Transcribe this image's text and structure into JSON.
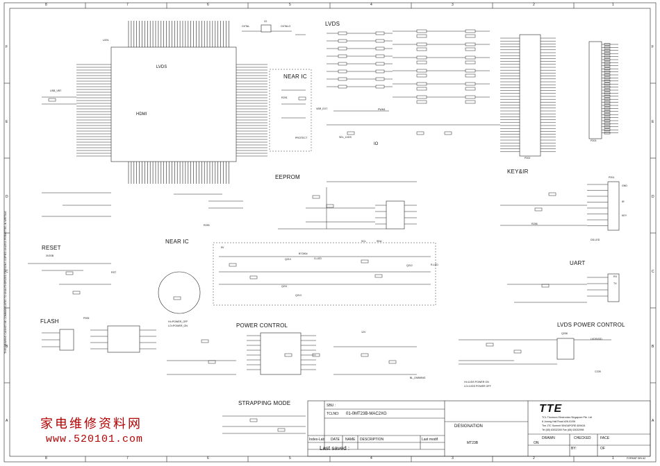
{
  "frame": {
    "columns": [
      "8",
      "7",
      "6",
      "5",
      "4",
      "3",
      "2",
      "1"
    ],
    "rows": [
      "F",
      "E",
      "D",
      "C",
      "B",
      "A"
    ],
    "side_note": "THIS DRAWING CANNOT BE COMMUNICATED TO UNAUTHORIZED PERSONS COPIED UNLESS PERMITTED IN WRITING",
    "format": "FORMAT DIN A2"
  },
  "sections": {
    "lvds": "LVDS",
    "eeprom": "EEPROM",
    "key_ir": "KEY&IR",
    "reset": "RESET",
    "uart": "UART",
    "flash": "FLASH",
    "power_control": "POWER CONTROL",
    "lvds_power_control": "LVDS POWER CONTROL",
    "strapping_mode": "STRAPPING MODE",
    "near_ic_1": "NEAR IC",
    "near_ic_2": "NEAR IC",
    "hdmi": "HDMI",
    "lvds_block": "LVDS",
    "io": "IO"
  },
  "ref_designators": {
    "u201": "U201",
    "p202": "P202",
    "p203": "P203",
    "p201": "P201",
    "bt3904": "BT3904",
    "q210": "Q210",
    "q211": "Q211",
    "q212": "Q212",
    "q213": "Q213",
    "q208": "Q208",
    "x2": "X2",
    "p205": "P205",
    "r290": "R290",
    "r256": "R256",
    "c228": "C228",
    "r291": "R291"
  },
  "nets": {
    "usb_vbt": "USB_VBT",
    "dvdd": "3V3SB",
    "rst": "RST",
    "sda": "SDA",
    "scl": "SCL",
    "key": "KEY",
    "ir": "IR",
    "gnd": "GND",
    "rx": "RX",
    "tx": "TX",
    "pwm1": "PWM1",
    "sel_lvds": "SEL_LVDS",
    "bl_dimming": "BL_DIMMING",
    "lvdsvdd": "LVDSVDD",
    "avdd_5v": "5V",
    "v12": "12V",
    "vbr_ext": "VBR_EXT",
    "g_led": "G-LED",
    "r_led": "R-LED",
    "dd_led": "DD-LED",
    "protect": "PROTECT",
    "xtal_in": "CKTAL",
    "xtal_out": "CKTALO",
    "hi_power_off": "HI=POWER_OFF",
    "lo_power_on": "LO=POWER_ON",
    "hi_lvds_on": "HI=LVDS POWER ON",
    "lo_lvds_off": "LO=LVDS POWER OFF"
  },
  "title_block": {
    "sbu_label": "SBU :",
    "tclno_label": "TCLNO:",
    "tclno_value": "01-0MT23B-MAC2XG",
    "designation_label": "DESIGNATION",
    "designation_value": "MT23B",
    "logo": "TTE",
    "company_line1": "TCL Thomson Electronics Singapore Pte. Ltd",
    "company_line2": "8 Jurong Hall Road #26-01/06",
    "company_line3": "The JTC Summit SINGAPORE 609434",
    "company_line4": "Tel (65) 63032300 Fax (65) 63032998",
    "drawn_label": "DRAWN",
    "checked_label": "CHECKED",
    "face_label": "FACE",
    "on_label": "ON",
    "by_label": "BY:",
    "of_label": "OF",
    "index_lab": "Index-Lab",
    "date_lab": "DATE",
    "name_lab": "NAME",
    "description_lab": "DESCRIPTION",
    "last_modif": "Last modif",
    "last_saved": "Last saved :"
  },
  "watermark": {
    "cn": "家电维修资料网",
    "url": "www.520101.com"
  },
  "colors": {
    "ink": "#111111",
    "watermark": "#b30000",
    "paper": "#ffffff"
  }
}
